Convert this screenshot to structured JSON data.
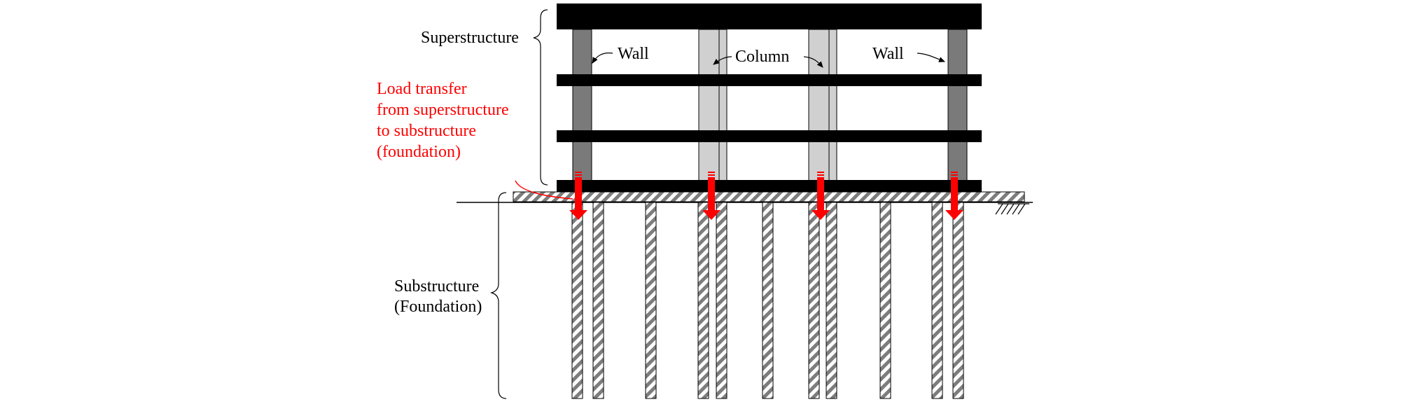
{
  "labels": {
    "superstructure": "Superstructure",
    "wall_left": "Wall",
    "column": "Column",
    "wall_right": "Wall",
    "load_transfer": [
      "Load transfer",
      "from superstructure",
      "to substructure",
      "(foundation)"
    ],
    "substructure": [
      "Substructure",
      "(Foundation)"
    ]
  },
  "colors": {
    "slab": "#000000",
    "wall": "#7a7a7a",
    "column": "#d0d0d0",
    "load_arrow": "#ff0000",
    "load_text": "#ff0000",
    "hatch_dark": "#7d7d7d"
  }
}
